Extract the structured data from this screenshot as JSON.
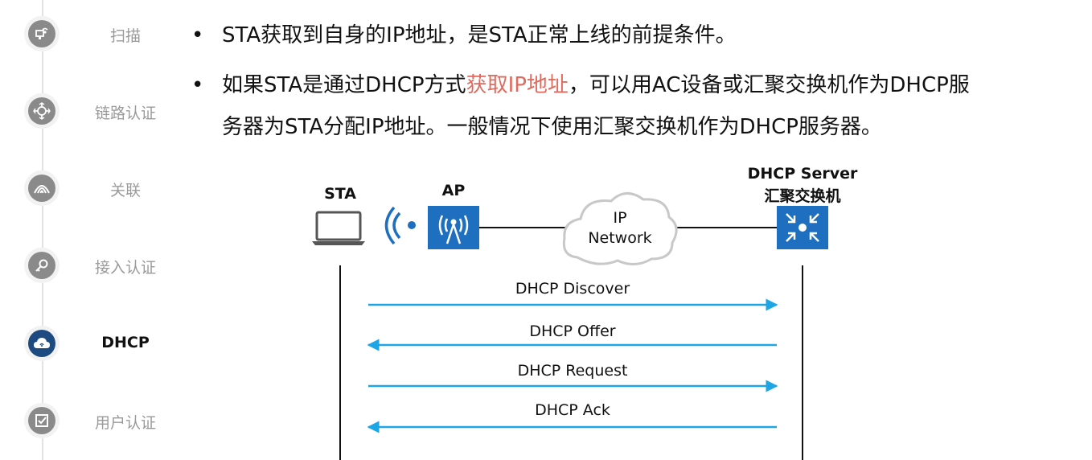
{
  "nav": {
    "steps": [
      {
        "label": "扫描",
        "icon": "scan-icon",
        "active": false
      },
      {
        "label": "链路认证",
        "icon": "link-auth-icon",
        "active": false
      },
      {
        "label": "关联",
        "icon": "association-icon",
        "active": false
      },
      {
        "label": "接入认证",
        "icon": "key-icon",
        "active": false
      },
      {
        "label": "DHCP",
        "icon": "dhcp-cloud-icon",
        "active": true
      },
      {
        "label": "用户认证",
        "icon": "checkbox-icon",
        "active": false
      }
    ],
    "active_color": "#1e4a82",
    "inactive_color": "#8a8a8a"
  },
  "content": {
    "bullet_symbol": "•",
    "bullet1": "STA获取到自身的IP地址，是STA正常上线的前提条件。",
    "bullet2_pre": "如果STA是通过DHCP方式",
    "bullet2_highlight": "获取IP地址",
    "bullet2_post": "，可以用AC设备或汇聚交换机作为DHCP服",
    "bullet2_line2": "务器为STA分配IP地址。一般情况下使用汇聚交换机作为DHCP服务器。",
    "highlight_color": "#e06a5e"
  },
  "diagram": {
    "sta_label": "STA",
    "ap_label": "AP",
    "server_label_1": "DHCP Server",
    "server_label_2": "汇聚交换机",
    "cloud_label_1": "IP",
    "cloud_label_2": "Network",
    "messages": [
      {
        "label": "DHCP Discover",
        "direction": "right"
      },
      {
        "label": "DHCP Offer",
        "direction": "left"
      },
      {
        "label": "DHCP Request",
        "direction": "right"
      },
      {
        "label": "DHCP Ack",
        "direction": "left"
      }
    ],
    "arrow_color": "#1ea5e6",
    "device_color": "#1e6fc0"
  }
}
